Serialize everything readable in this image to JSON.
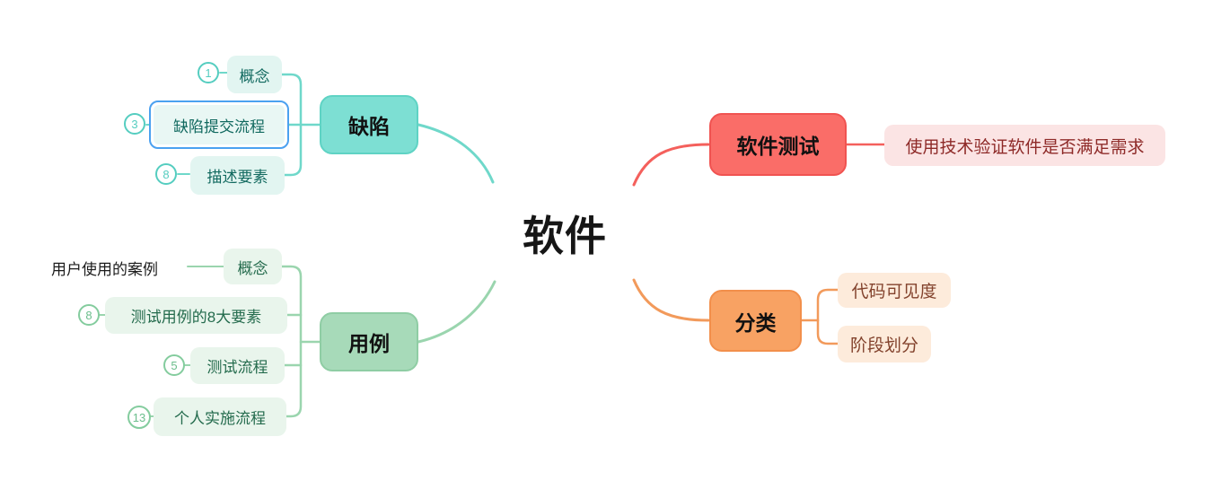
{
  "central": {
    "label": "软件"
  },
  "branches": {
    "defect": {
      "label": "缺陷",
      "children": [
        {
          "badge": "1",
          "label": "概念"
        },
        {
          "badge": "3",
          "label": "缺陷提交流程",
          "selected": true
        },
        {
          "badge": "8",
          "label": "描述要素"
        }
      ]
    },
    "usecase": {
      "label": "用例",
      "floating_note": "用户使用的案例",
      "children": [
        {
          "label": "概念"
        },
        {
          "badge": "8",
          "label": "测试用例的8大要素"
        },
        {
          "badge": "5",
          "label": "测试流程"
        },
        {
          "badge": "13",
          "label": "个人实施流程"
        }
      ]
    },
    "testing": {
      "label": "软件测试",
      "children": [
        {
          "label": "使用技术验证软件是否满足需求"
        }
      ]
    },
    "category": {
      "label": "分类",
      "children": [
        {
          "label": "代码可见度"
        },
        {
          "label": "阶段划分"
        }
      ]
    }
  },
  "colors": {
    "defect_fill": "#7ddfd3",
    "defect_sub_fill": "#e2f5f1",
    "defect_text": "#11695f",
    "usecase_fill": "#a7dab9",
    "usecase_sub_fill": "#e9f5ec",
    "usecase_text": "#246b4d",
    "testing_fill": "#fa6d68",
    "testing_sub_fill": "#fbe4e4",
    "testing_text": "#8e2a28",
    "category_fill": "#f8a263",
    "category_sub_fill": "#fdebdb",
    "category_text": "#82422c",
    "selection_border": "#4ba1f0",
    "teal_line": "#6fd8ca",
    "green_line": "#9ad5ae",
    "red_line": "#f4605c",
    "orange_line": "#f29a5b"
  }
}
